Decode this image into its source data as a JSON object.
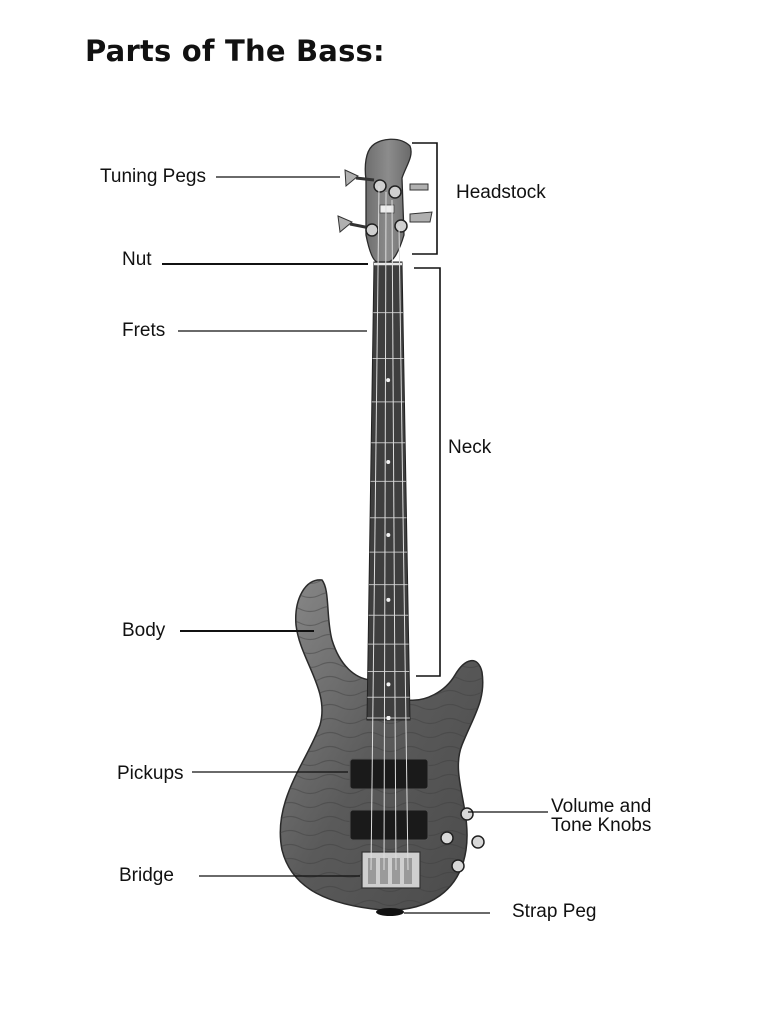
{
  "title": "Parts of The Bass:",
  "labels": {
    "tuning_pegs": "Tuning Pegs",
    "nut": "Nut",
    "frets": "Frets",
    "body": "Body",
    "pickups": "Pickups",
    "bridge": "Bridge",
    "headstock": "Headstock",
    "neck": "Neck",
    "volume_tone_line1": "Volume and",
    "volume_tone_line2": "Tone Knobs",
    "strap_peg": "Strap Peg"
  },
  "colors": {
    "body_dark": "#5a5a5a",
    "body_light": "#8a8a8a",
    "fretboard": "#3e3e3e",
    "headstock": "#7a7a7a",
    "hardware": "#c8c8c8"
  }
}
